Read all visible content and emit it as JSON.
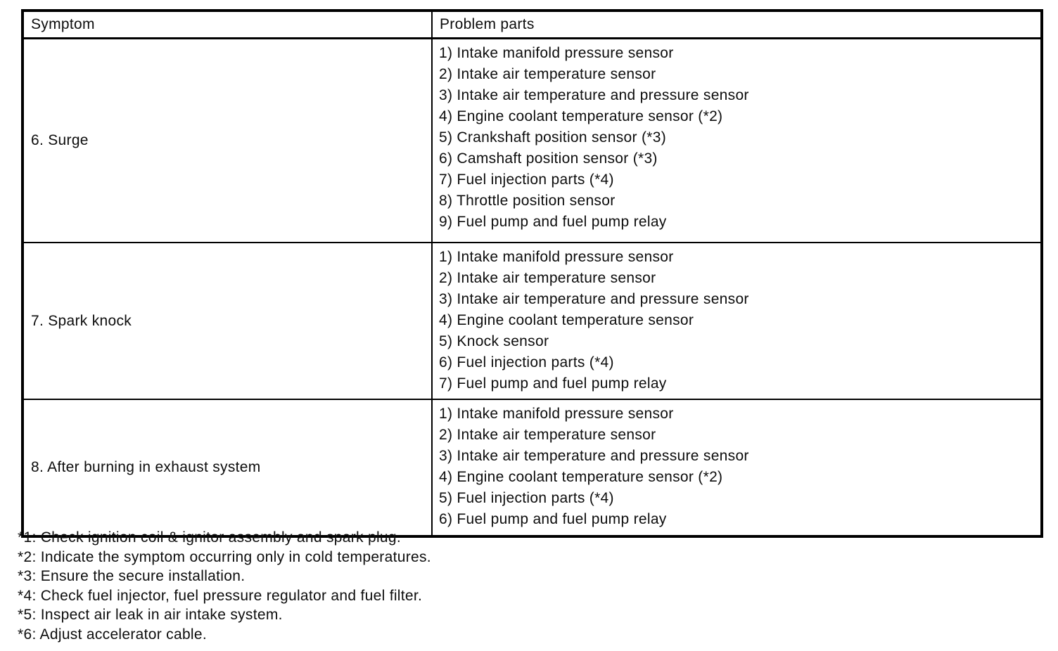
{
  "colors": {
    "background": "#ffffff",
    "text": "#0d0d0d",
    "border": "#000000"
  },
  "table": {
    "headers": [
      "Symptom",
      "Problem parts"
    ],
    "rows": [
      {
        "symptom": "6. Surge",
        "parts": [
          "1) Intake manifold pressure sensor",
          "2) Intake air temperature sensor",
          "3) Intake air temperature and pressure sensor",
          "4) Engine coolant temperature sensor (*2)",
          "5) Crankshaft position sensor (*3)",
          "6) Camshaft position sensor (*3)",
          "7) Fuel injection parts (*4)",
          "8) Throttle position sensor",
          "9) Fuel pump and fuel pump relay"
        ]
      },
      {
        "symptom": "7. Spark knock",
        "parts": [
          "1) Intake manifold pressure sensor",
          "2) Intake air temperature sensor",
          "3) Intake air temperature and pressure sensor",
          "4) Engine coolant temperature sensor",
          "5) Knock sensor",
          "6) Fuel injection parts (*4)",
          "7) Fuel pump and fuel pump relay"
        ]
      },
      {
        "symptom": "8. After burning in exhaust system",
        "parts": [
          "1) Intake manifold pressure sensor",
          "2) Intake air temperature sensor",
          "3) Intake air temperature and pressure sensor",
          "4) Engine coolant temperature sensor (*2)",
          "5) Fuel injection parts (*4)",
          "6) Fuel pump and fuel pump relay"
        ]
      }
    ]
  },
  "footnotes": [
    "*1: Check ignition coil & ignitor assembly and spark plug.",
    "*2: Indicate the symptom occurring only in cold temperatures.",
    "*3: Ensure the secure installation.",
    "*4: Check fuel injector, fuel pressure regulator and fuel filter.",
    "*5: Inspect air leak in air intake system.",
    "*6: Adjust accelerator cable."
  ]
}
